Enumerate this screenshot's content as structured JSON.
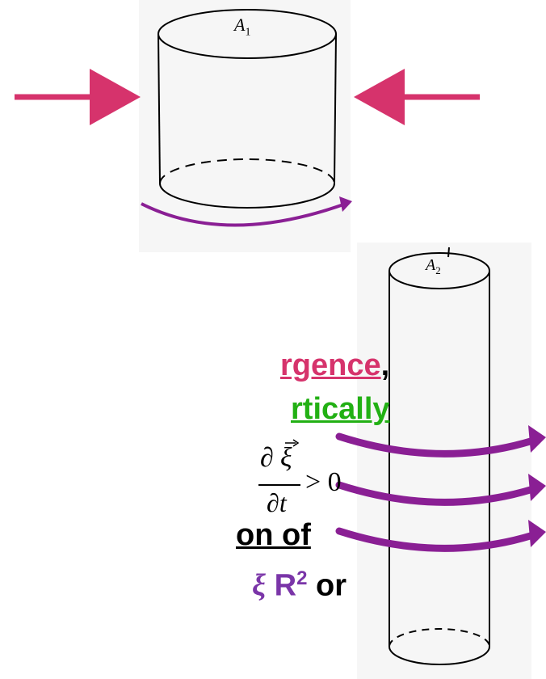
{
  "labels": {
    "top_cylinder": "A",
    "top_cylinder_sub": "1",
    "tall_cylinder": "A",
    "tall_cylinder_sub": "2"
  },
  "text": {
    "line1_main": "rgence",
    "line1_punct": ",",
    "line2": "rtically",
    "equation_partial": "∂",
    "equation_xi": "ξ",
    "equation_rel": "> 0",
    "equation_den": "∂t",
    "line4": "on of",
    "line5_xi": "ξ",
    "line5_r": "R",
    "line5_sup": "2",
    "line5_or": "or"
  },
  "colors": {
    "magenta": "#d6336c",
    "purple": "#8a1f94",
    "green": "#22b014",
    "xi_purple": "#7a35a8",
    "black": "#000000"
  }
}
